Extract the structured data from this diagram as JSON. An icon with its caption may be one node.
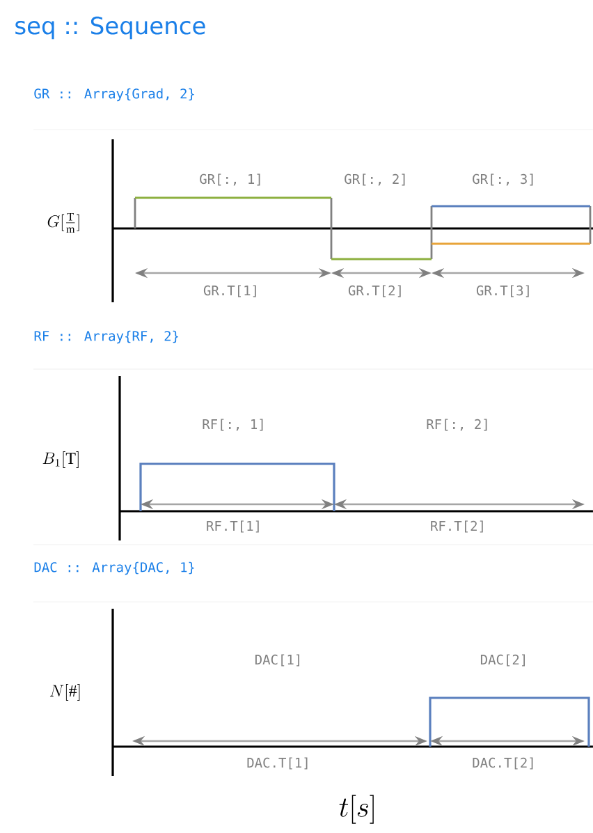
{
  "diagram": {
    "title": "seq :: Sequence",
    "labels": [
      "GR :: Array{Grad, 2}",
      "G[\\frac{\\mathrm{T}}{\\mathrm{m}}]",
      "GR[:, 1]",
      "GR[:, 2]",
      "GR[:, 3]",
      "GR.T[1]",
      "GR.T[2]",
      "GR.T[3]",
      "RF :: Array{RF, 2}",
      "B_1[\\mathrm{T}]",
      "RF[:, 1]",
      "RF[:, 2]",
      "RF.T[1]",
      "RF.T[2]",
      "DAC :: Array{DAC, 1}",
      "N[\\#]",
      "DAC[1]",
      "DAC[2]",
      "DAC.T[1]",
      "DAC.T[2]",
      "t[s]"
    ]
  }
}
